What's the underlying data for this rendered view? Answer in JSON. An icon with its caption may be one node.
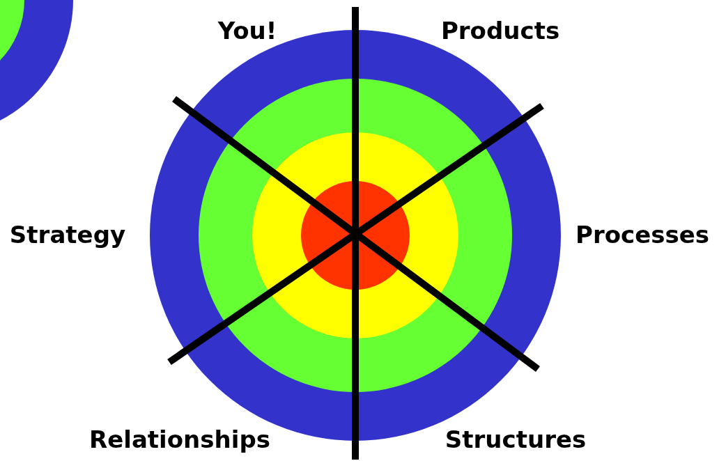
{
  "diagram": {
    "labels": [
      "You!",
      "Products",
      "Strategy",
      "Processes",
      "Relationships",
      "Structures"
    ]
  }
}
